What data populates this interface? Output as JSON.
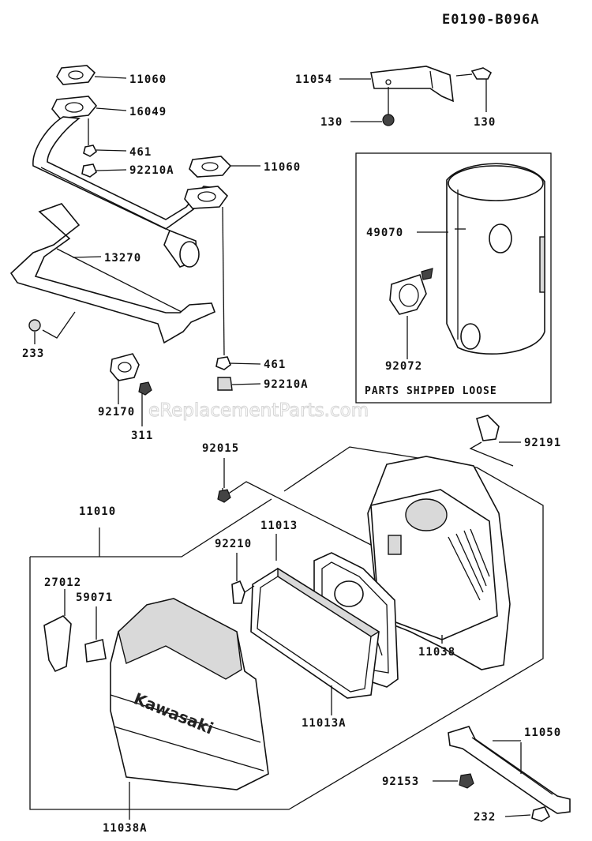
{
  "diagram_code": "E0190-B096A",
  "watermark": "eReplacementParts.com",
  "shipped_loose_note": "PARTS SHIPPED LOOSE",
  "brand_text": "Kawasaki",
  "parts": {
    "gasket_top": "11060",
    "exhaust_pipe": "16049",
    "nut_461_upper": "461",
    "nut_92210a_upper": "92210A",
    "gasket_right": "11060",
    "heat_shield": "13270",
    "bolt_233": "233",
    "nut_461_lower": "461",
    "nut_92210a_lower": "92210A",
    "clamp_92170": "92170",
    "nut_311": "311",
    "bracket_11054": "11054",
    "bolt_130_left": "130",
    "bolt_130_right": "130",
    "muffler_49070": "49070",
    "clamp_92072": "92072",
    "nut_92015": "92015",
    "bolt_92191": "92191",
    "air_cleaner_assy": "11010",
    "element_11013": "11013",
    "bolt_92210": "92210",
    "clip_27012": "27012",
    "spring_59071": "59071",
    "case_11038": "11038",
    "element_11013a": "11013A",
    "cover_11038a": "11038A",
    "bracket_11050": "11050",
    "nut_92153": "92153",
    "bolt_232": "232"
  }
}
